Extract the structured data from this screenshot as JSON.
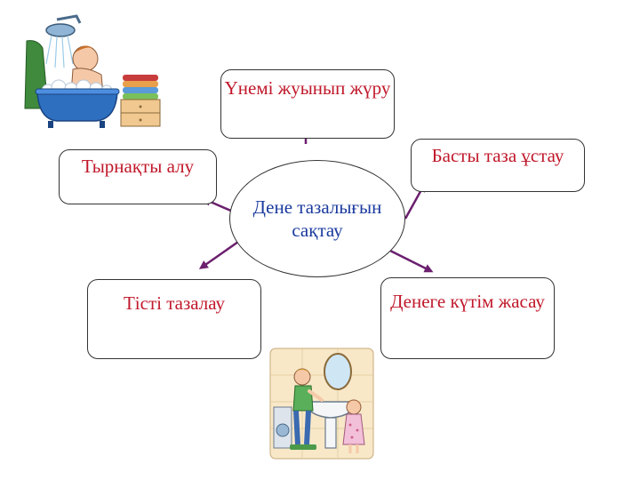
{
  "diagram": {
    "center": "Дене тазалығын сақтау",
    "nodes": [
      {
        "id": "top",
        "label": "Үнемі жуынып жүру"
      },
      {
        "id": "right-top",
        "label": "Басты таза ұстау"
      },
      {
        "id": "left-top",
        "label": "Тырнақты алу"
      },
      {
        "id": "left-bottom",
        "label": "Тісті тазалау"
      },
      {
        "id": "right-bottom",
        "label": "Денеге күтім жасау"
      }
    ]
  },
  "colors": {
    "node_text": "#c0182a",
    "center_text": "#1a3a9e",
    "arrow": "#6b1f6e",
    "border": "#333333"
  },
  "illustrations": [
    "child-bathing-icon",
    "children-washing-icon"
  ]
}
